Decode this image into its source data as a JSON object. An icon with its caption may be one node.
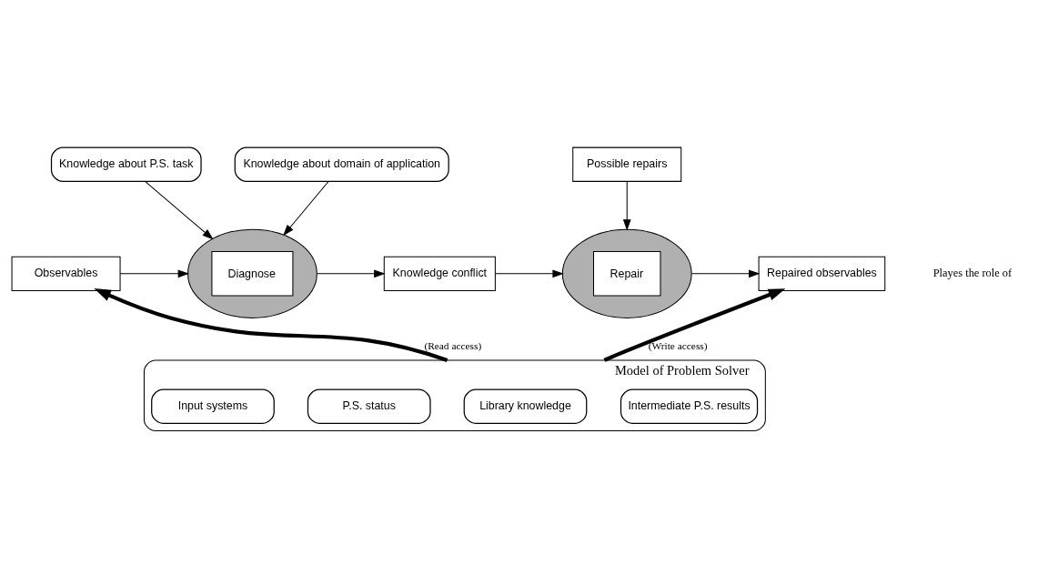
{
  "diagram": {
    "nodes": [
      {
        "text": [
          "Knowledge about P.S. task"
        ]
      },
      {
        "text": [
          "Knowledge about domain of application"
        ]
      },
      {
        "text": [
          "Possible repairs"
        ]
      },
      {
        "text": [
          "Observables"
        ]
      },
      {
        "text": [
          "Diagnose"
        ]
      },
      {
        "text": [
          "Knowledge conflict"
        ]
      },
      {
        "text": [
          "Repair"
        ]
      },
      {
        "text": [
          "Repaired observables"
        ]
      },
      {
        "text": [
          "Model of Problem Solver"
        ]
      },
      {
        "text": [
          "Intermediate P.S. results"
        ],
        "in": 8
      },
      {
        "text": [
          "Library knowledge"
        ],
        "in": 8
      },
      {
        "text": [
          "P.S. status"
        ],
        "in": 8
      },
      {
        "text": [
          "Input systems"
        ],
        "in": 8
      }
    ],
    "edges": [
      {
        "from": 0,
        "to": 4,
        "arrow": "to"
      },
      {
        "from": 1,
        "to": 4,
        "arrow": "to"
      },
      {
        "from": 2,
        "to": 6,
        "arrow": "to"
      },
      {
        "from": 3,
        "to": 4,
        "arrow": "to"
      },
      {
        "from": 4,
        "to": 5,
        "arrow": "to"
      },
      {
        "from": 5,
        "to": 6,
        "arrow": "to"
      },
      {
        "from": 6,
        "to": 7,
        "arrow": "to"
      },
      {
        "from": 8,
        "to": 3,
        "arrow": "to",
        "label": "(Read access)",
        "style": "thick"
      },
      {
        "from": 8,
        "to": 7,
        "arrow": "to",
        "label": "(Write access)",
        "style": "thick"
      }
    ],
    "labels": [
      "Playes the role of"
    ]
  }
}
